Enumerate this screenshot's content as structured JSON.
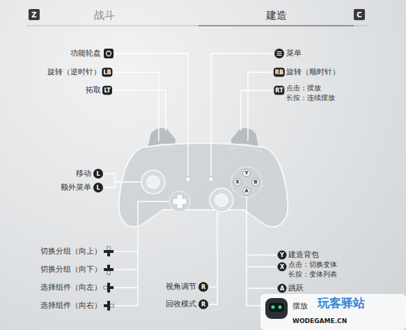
{
  "diagram": {
    "nodes": [
      {
        "text": [
          "Z"
        ]
      },
      {
        "text": [
          "C"
        ]
      },
      {
        "text": [
          "LB"
        ]
      },
      {
        "text": [
          "LT"
        ]
      },
      {
        "text": [
          "RB"
        ]
      },
      {
        "text": [
          "RT"
        ]
      },
      {
        "text": [
          "L"
        ]
      },
      {
        "text": [
          "L"
        ]
      },
      {
        "text": [
          "R"
        ]
      },
      {
        "text": [
          "R"
        ]
      },
      {
        "text": [
          "Y"
        ]
      },
      {
        "text": [
          "X"
        ]
      },
      {
        "text": [
          "A"
        ]
      },
      {
        "text": [
          "Y"
        ]
      },
      {
        "text": [
          "X"
        ]
      },
      {
        "text": [
          "B"
        ]
      },
      {
        "text": [
          "A"
        ]
      }
    ],
    "labels": [
      "战斗",
      "建造",
      "功能轮盘",
      "菜单",
      "旋转（逆时针）",
      "旋转（顺时针）",
      "拓取",
      "点击：摆放",
      "长按：连续摆放",
      "移动",
      "额外菜单",
      "切换分组（向上）",
      "切换分组（向下）",
      "选择组件（向左）",
      "选择组件（向右）",
      "视角调节",
      "回收模式",
      "建造背包",
      "点击：切换变体",
      "长按：变体列表",
      "跳跃",
      "摆放",
      "玩客驿站",
      "WODEGAME.CN"
    ]
  }
}
